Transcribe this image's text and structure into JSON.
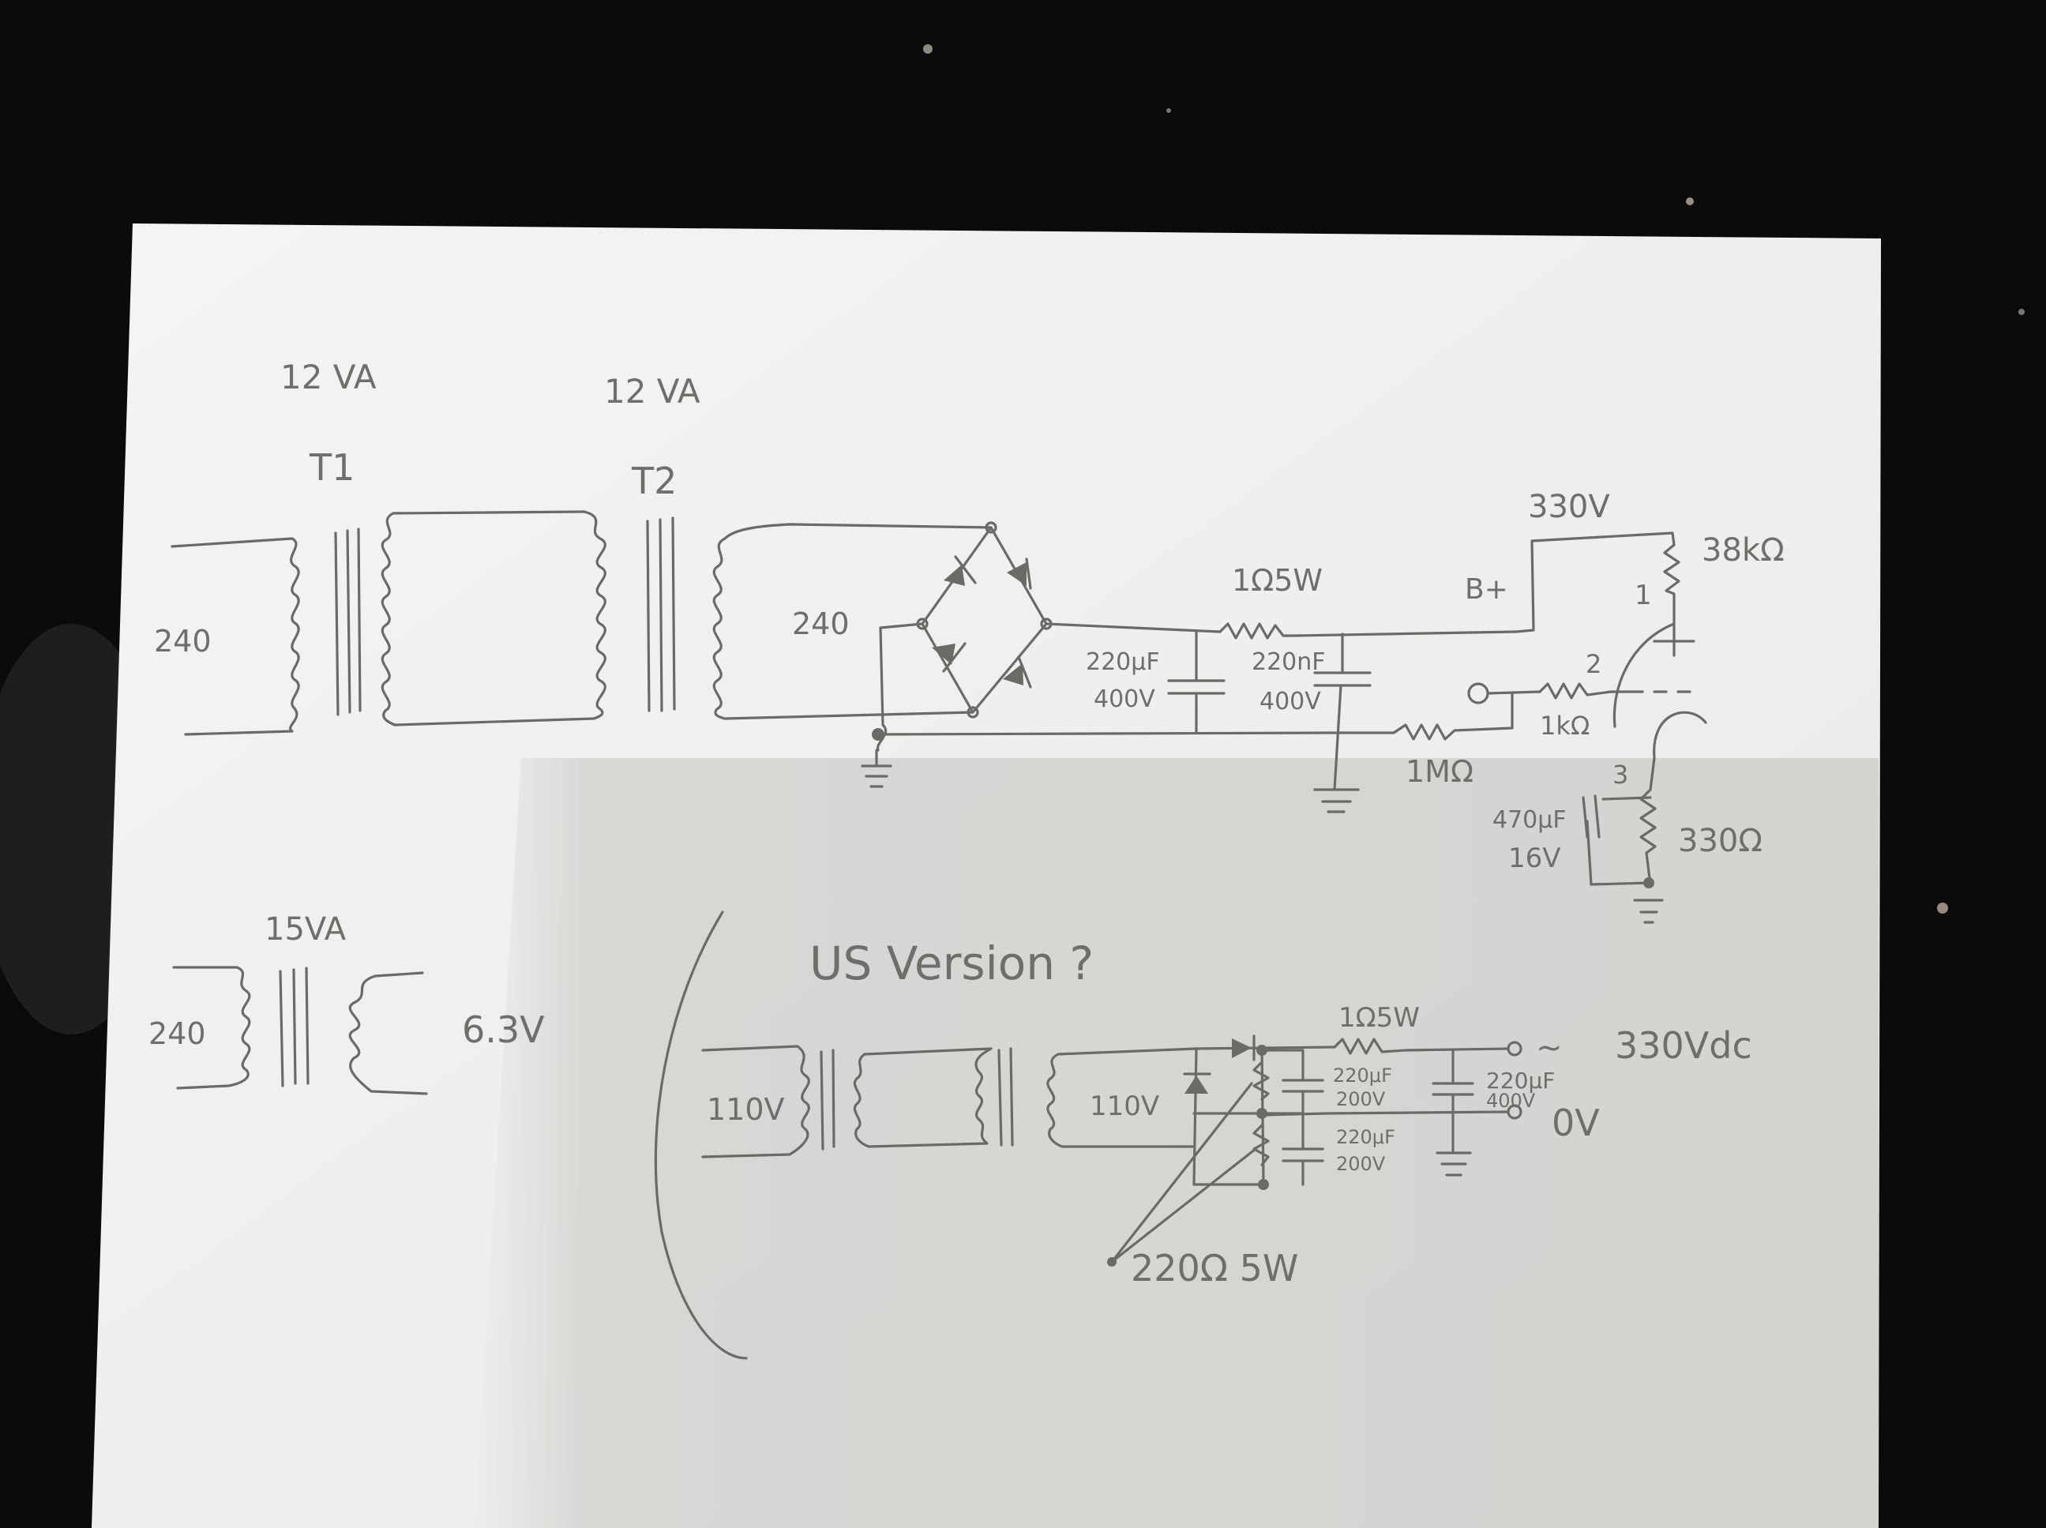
{
  "colors": {
    "background": "#0b0b0b",
    "paper": "#efefee",
    "pencil": "#6a6a66",
    "shadow": "#d9d9d7"
  },
  "top_circuit": {
    "t1_rating": "12 VA",
    "t1_label": "T1",
    "t2_rating": "12 VA",
    "t2_label": "T2",
    "primary_voltage": "240",
    "t2_secondary_voltage": "240",
    "series_resistor": "1Ω5W",
    "cap1_value": "220μF",
    "cap1_voltage": "400V",
    "cap2_value": "220nF",
    "cap2_voltage": "400V",
    "bplus_label": "B+",
    "b_voltage": "330V",
    "anode_resistor": "38kΩ",
    "grid_stopper": "1kΩ",
    "grid_leak": "1MΩ",
    "cathode_resistor": "330Ω",
    "cathode_cap_value": "470μF",
    "cathode_cap_voltage": "16V",
    "pin1": "1",
    "pin2": "2",
    "pin3": "3"
  },
  "heater_circuit": {
    "rating": "15VA",
    "primary_voltage": "240",
    "secondary_voltage": "6.3V"
  },
  "us_version": {
    "title": "US Version ?",
    "primary_voltage": "110V",
    "secondary_voltage": "110V",
    "series_resistor": "1Ω5W",
    "cap_upper_value": "220μF",
    "cap_upper_voltage": "200V",
    "cap_lower_value": "220μF",
    "cap_lower_voltage": "200V",
    "cap_out_value": "220μF",
    "cap_out_voltage": "400V",
    "output_label": "330Vdc",
    "output_prefix": "~",
    "zero_label": "0V",
    "bleed_resistor": "220Ω 5W"
  }
}
